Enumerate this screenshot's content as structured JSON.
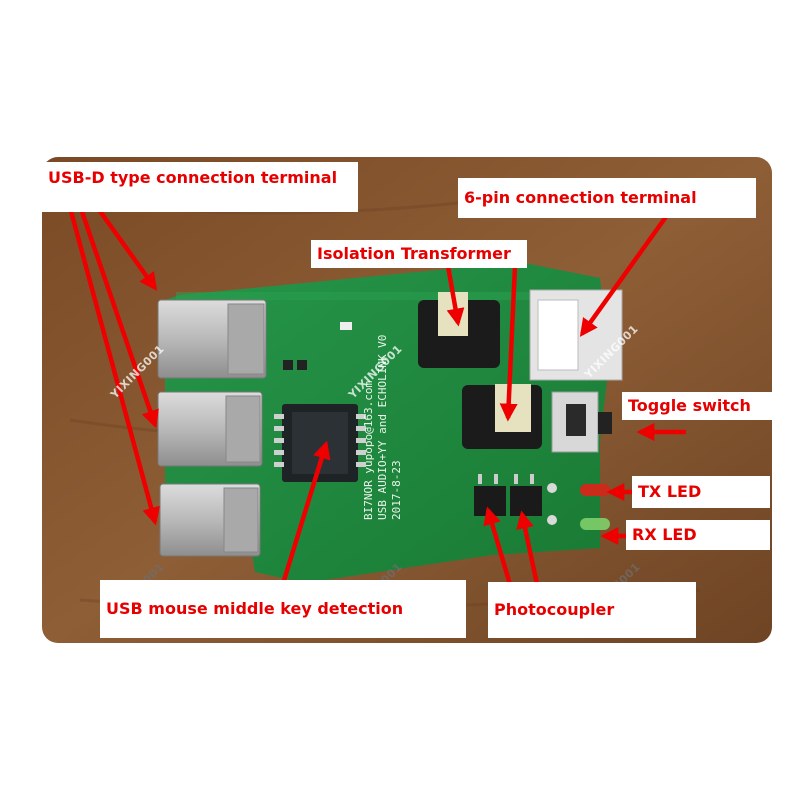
{
  "labels": {
    "usb_d_terminal": "USB-D type connection terminal",
    "six_pin_terminal": "6-pin connection terminal",
    "isolation_transformer": "Isolation Transformer",
    "toggle_switch": "Toggle switch",
    "tx_led": "TX LED",
    "rx_led": "RX LED",
    "usb_mouse_detection": "USB mouse middle key detection",
    "photocoupler": "Photocoupler"
  },
  "board_text": {
    "line1": "BI7NOR yupopo@163.com",
    "line2": "USB AUDIO+YY and ECHOLINK V0",
    "line3": "2017-8-23"
  },
  "watermark": "YIXING001",
  "colors": {
    "callout_text": "#e60000",
    "arrow": "#ee0000",
    "pcb": "#1f8a3a",
    "background": "#8a5a32"
  }
}
